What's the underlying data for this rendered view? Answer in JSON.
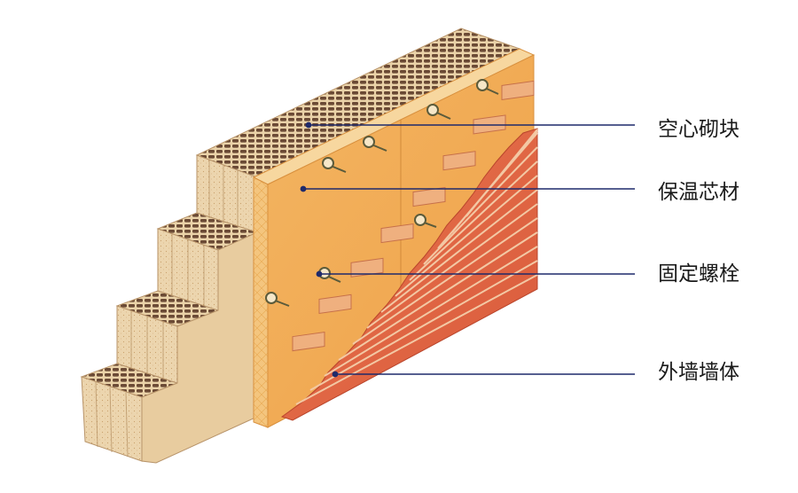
{
  "colors": {
    "block": "#ecd5ae",
    "block_dark": "#c8a878",
    "cavity": "#6b4a35",
    "insulation": "#f1ad55",
    "insulation_side": "#f4c57e",
    "brick": "#e06a48",
    "brick_light": "#efb07f",
    "mortar": "#f3c8a4",
    "bolt": "#5b5b3b",
    "leader": "#1f2a6b"
  },
  "labels": [
    {
      "id": "hollow-block",
      "text": "空心砌块"
    },
    {
      "id": "insulation-core",
      "text": "保温芯材"
    },
    {
      "id": "anchor-bolt",
      "text": "固定螺栓"
    },
    {
      "id": "outer-wall",
      "text": "外墙墙体"
    }
  ]
}
